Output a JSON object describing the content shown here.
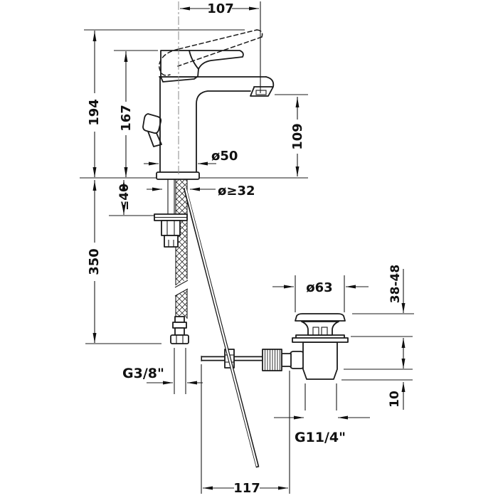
{
  "drawing": {
    "type": "single-lever basin mixer with pop-up waste, dimensioned installation drawing",
    "dimensions": {
      "spout_reach": "107",
      "total_height": "194",
      "body_height": "167",
      "outlet_height": "109",
      "base_diameter": "ø50",
      "hole_diameter": "ø≥32",
      "deck_thickness": "≤40",
      "hose_length": "350",
      "waste_flange_diameter": "ø63",
      "clamping_range": "38-48",
      "thread_projection": "10",
      "supply_thread": "G3/8\"",
      "waste_thread": "G11/4\"",
      "rod_offset": "117"
    },
    "line_color": "#1a1a1a",
    "background": "#ffffff"
  }
}
